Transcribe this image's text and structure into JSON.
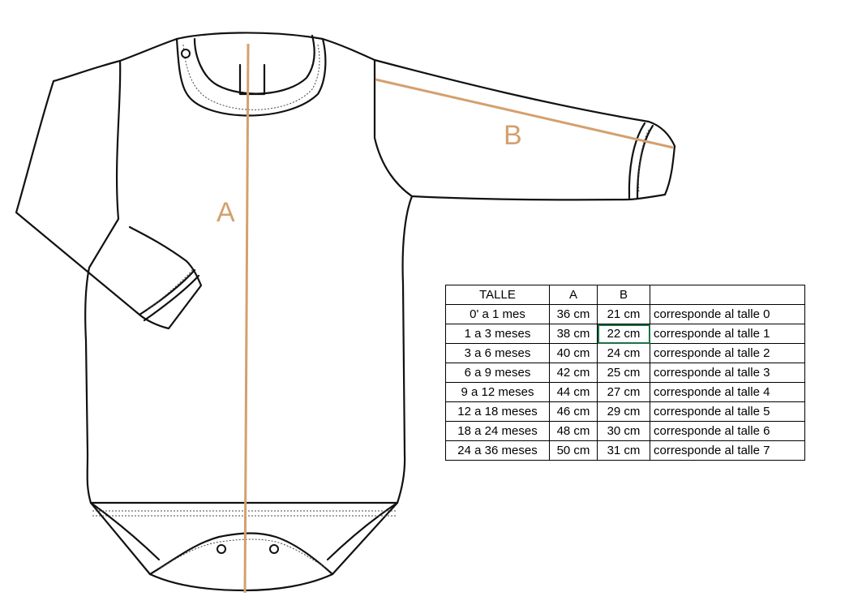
{
  "labels": {
    "a": "A",
    "b": "B"
  },
  "colors": {
    "measure_line": "#D4A06E",
    "outline": "#111111",
    "selection": "#1E7145"
  },
  "table": {
    "headers": [
      "TALLE",
      "A",
      "B",
      ""
    ],
    "rows": [
      {
        "talle": "0' a 1 mes",
        "a": "36 cm",
        "b": "21 cm",
        "note": "corresponde al talle 0"
      },
      {
        "talle": "1 a 3 meses",
        "a": "38 cm",
        "b": "22 cm",
        "note": "corresponde al talle 1"
      },
      {
        "talle": "3 a 6 meses",
        "a": "40 cm",
        "b": "24 cm",
        "note": "corresponde al talle 2"
      },
      {
        "talle": "6 a 9 meses",
        "a": "42 cm",
        "b": "25 cm",
        "note": "corresponde al talle 3"
      },
      {
        "talle": "9 a 12 meses",
        "a": "44 cm",
        "b": "27 cm",
        "note": "corresponde al talle 4"
      },
      {
        "talle": "12 a 18 meses",
        "a": "46 cm",
        "b": "29 cm",
        "note": "corresponde al talle 5"
      },
      {
        "talle": "18 a 24 meses",
        "a": "48 cm",
        "b": "30 cm",
        "note": "corresponde al talle 6"
      },
      {
        "talle": "24 a 36 meses",
        "a": "50 cm",
        "b": "31 cm",
        "note": "corresponde al talle 7"
      }
    ]
  }
}
